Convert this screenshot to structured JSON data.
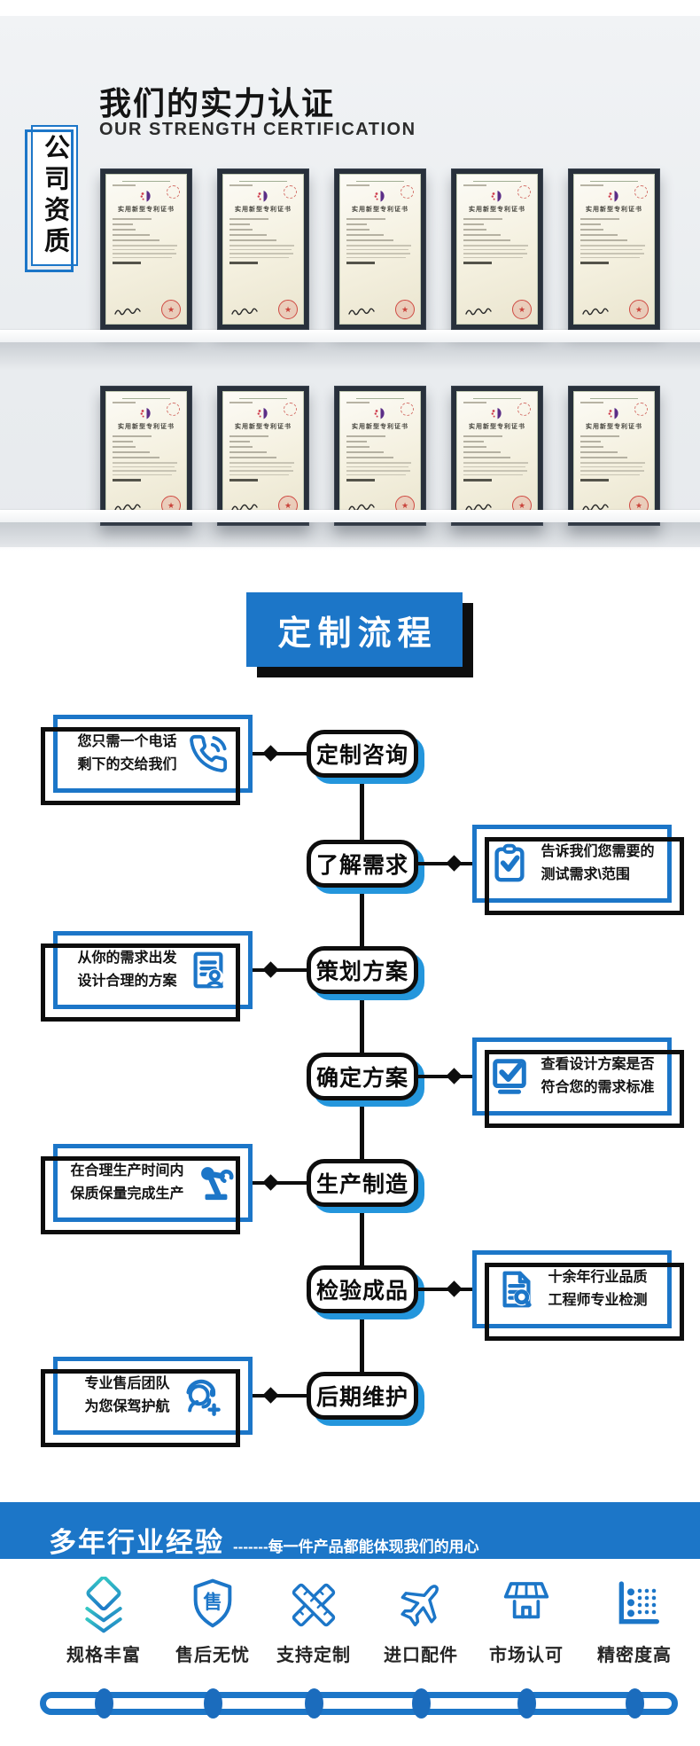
{
  "certification": {
    "tab": "公司资质",
    "title": "我们的实力认证",
    "subtitle": "OUR STRENGTH CERTIFICATION",
    "certificate_title": "实用新型专利证书",
    "rows": 2,
    "certificates_per_row": 5
  },
  "process": {
    "title": "定制流程",
    "steps": [
      {
        "label": "定制咨询",
        "side": "left",
        "icon": "phone-icon",
        "note_lines": [
          "您只需一个电话",
          "剩下的交给我们"
        ]
      },
      {
        "label": "了解需求",
        "side": "right",
        "icon": "clipboard-check-icon",
        "note_lines": [
          "告诉我们您需要的",
          "测试需求\\范围"
        ]
      },
      {
        "label": "策划方案",
        "side": "left",
        "icon": "document-person-icon",
        "note_lines": [
          "从你的需求出发",
          "设计合理的方案"
        ]
      },
      {
        "label": "确定方案",
        "side": "right",
        "icon": "checkbox-icon",
        "note_lines": [
          "查看设计方案是否",
          "符合您的需求标准"
        ]
      },
      {
        "label": "生产制造",
        "side": "left",
        "icon": "robot-arm-icon",
        "note_lines": [
          "在合理生产时间内",
          "保质保量完成生产"
        ]
      },
      {
        "label": "检验成品",
        "side": "right",
        "icon": "document-search-icon",
        "note_lines": [
          "十余年行业品质",
          "工程师专业检测"
        ]
      },
      {
        "label": "后期维护",
        "side": "left",
        "icon": "headset-icon",
        "note_lines": [
          "专业售后团队",
          "为您保驾护航"
        ]
      }
    ]
  },
  "experience": {
    "title": "多年行业经验",
    "tagline": "-------每一件产品都能体现我们的用心",
    "features": [
      {
        "label": "规格丰富",
        "icon": "layers-icon"
      },
      {
        "label": "售后无忧",
        "icon": "shield-icon",
        "glyph": "售"
      },
      {
        "label": "支持定制",
        "icon": "rulers-icon"
      },
      {
        "label": "进口配件",
        "icon": "plane-icon"
      },
      {
        "label": "市场认可",
        "icon": "storefront-icon"
      },
      {
        "label": "精密度高",
        "icon": "precision-icon"
      }
    ]
  },
  "colors": {
    "primary_blue": "#1c76c8",
    "pill_shadow_blue": "#2496dc",
    "teal": "#2cc0bd",
    "ink": "#0d0d0d",
    "wall_gray": "#edf0f2",
    "seal_red": "#cf4a42"
  }
}
